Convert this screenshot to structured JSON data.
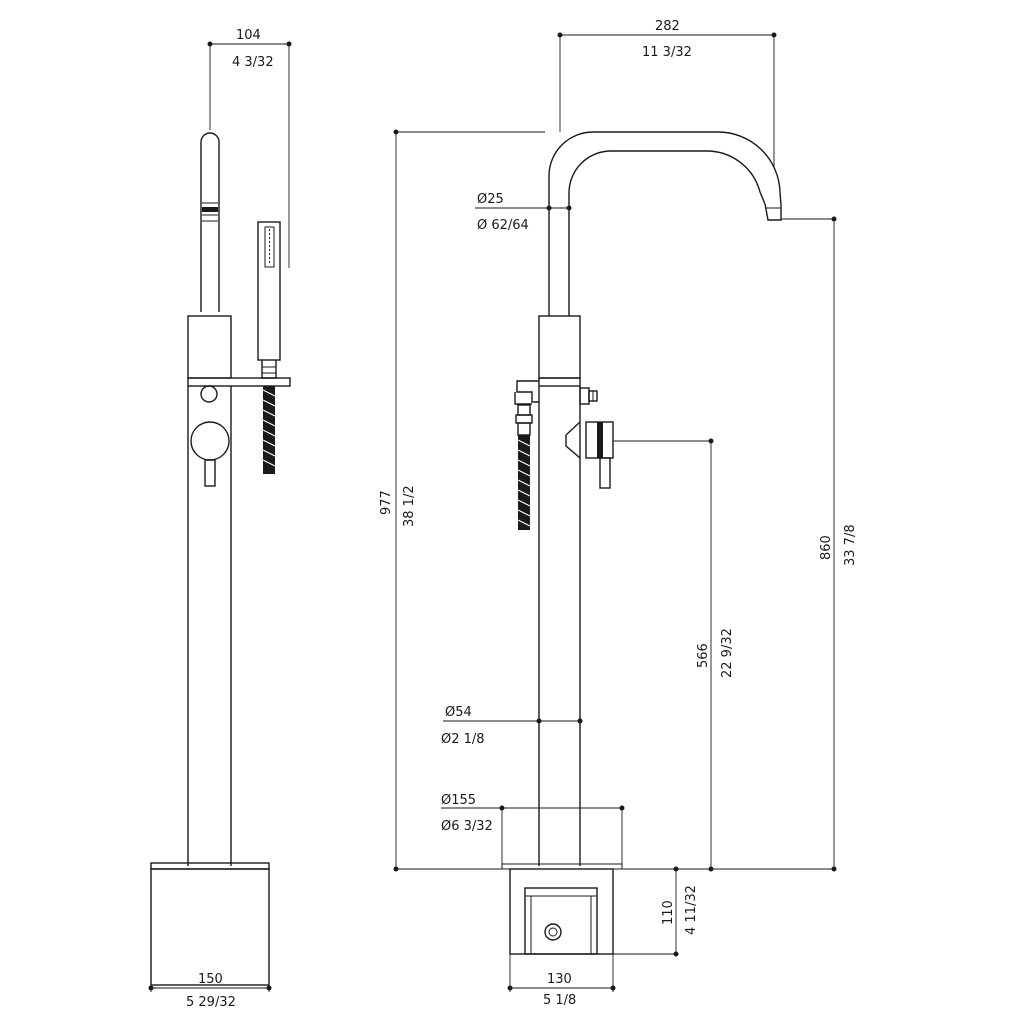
{
  "dimensions": {
    "handshower_offset": {
      "mm": "104",
      "inch": "4 3/32"
    },
    "spout_reach": {
      "mm": "282",
      "inch": "11 3/32"
    },
    "spout_diameter": {
      "mm": "Ø25",
      "inch": "Ø 62/64"
    },
    "total_height": {
      "mm": "977",
      "inch": "38 1/2"
    },
    "spout_height": {
      "mm": "860",
      "inch": "33 7/8"
    },
    "handle_height": {
      "mm": "566",
      "inch": "22 9/32"
    },
    "column_diameter": {
      "mm": "Ø54",
      "inch": "Ø2 1/8"
    },
    "base_diameter": {
      "mm": "Ø155",
      "inch": "Ø6 3/32"
    },
    "box_height": {
      "mm": "110",
      "inch": "4 11/32"
    },
    "box_width_side": {
      "mm": "150",
      "inch": "5 29/32"
    },
    "box_width_front": {
      "mm": "130",
      "inch": "5 1/8"
    }
  }
}
